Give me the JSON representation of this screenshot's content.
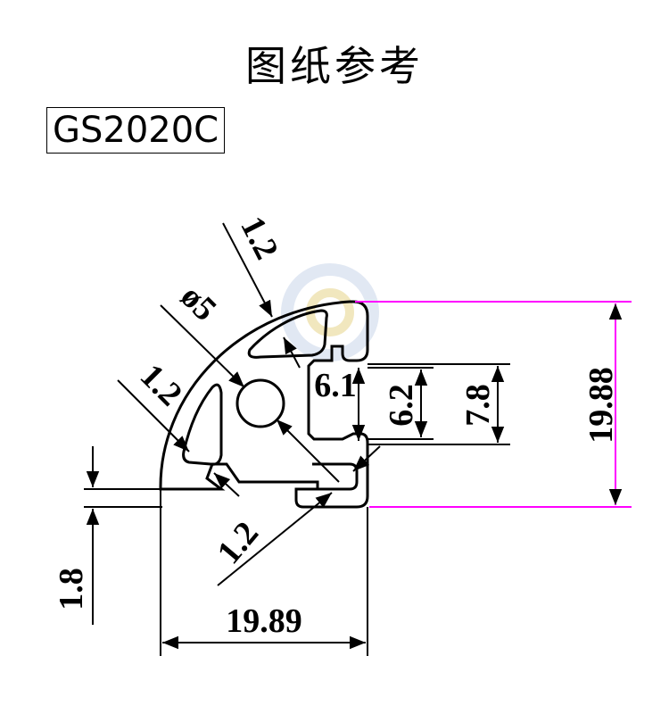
{
  "title": "图纸参考",
  "model": "GS2020C",
  "colors": {
    "profile": "#000000",
    "dimension_lines": "#000000",
    "height_dimension": "#ff00ff",
    "watermark": "#c9d6ea"
  },
  "dimensions": {
    "width": "19.89",
    "height": "19.88",
    "wall_top": "1.2",
    "wall_left": "1.2",
    "wall_bottom": "1.2",
    "base_thickness": "1.8",
    "bore": "ø5",
    "slot_opening": "6.1",
    "slot_inner": "6.2",
    "slot_depth": "7.8"
  }
}
